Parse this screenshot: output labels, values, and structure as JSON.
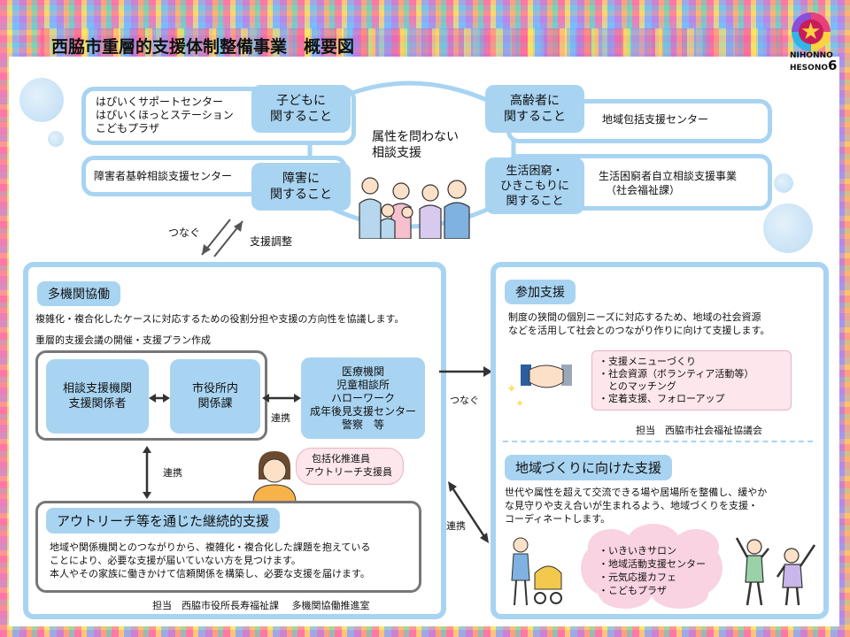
{
  "title": "西脇市重層的支援体制整備事業　概要図",
  "logo": {
    "line1": "NIHONNO",
    "line2": "HESONO",
    "num": "6"
  },
  "top": {
    "left_org_1": "はぴいくサポートセンター",
    "left_org_2": "はぴいくほっとステーション",
    "left_org_3": "こどもプラザ",
    "children": "子どもに\n関すること",
    "elderly": "高齢者に\n関すること",
    "elderly_org": "地域包括支援センター",
    "center_1": "属性を問わない",
    "center_2": "相談支援",
    "disability_org": "障害者基幹相談支援センター",
    "disability": "障害に\n関すること",
    "poverty": "生活困窮・\nひきこもりに\n関すること",
    "poverty_org_1": "生活困窮者自立相談支援事業",
    "poverty_org_2": "（社会福祉課）"
  },
  "arrows": {
    "connect": "つなぐ",
    "adjust": "支援調整",
    "connect2": "つなぐ",
    "link": "連携",
    "link2": "連携",
    "link3": "連携"
  },
  "multi": {
    "heading": "多機関協働",
    "desc": "複雑化・複合化したケースに対応するための役割分担や支援の方向性を協議します。",
    "sub": "重層的支援会議の開催・支援プラン作成",
    "box1": "相談支援機関\n支援関係者",
    "box2": "市役所内\n関係課",
    "box3": "医療機関\n児童相談所\nハローワーク\n成年後見支援センター\n警察　等",
    "staff_1": "包括化推進員",
    "staff_2": "アウトリーチ支援員"
  },
  "outreach": {
    "heading": "アウトリーチ等を通じた継続的支援",
    "d1": "地域や関係機関とのつながりから、複雑化・複合化した課題を抱えている",
    "d2": "ことにより、必要な支援が届いていない方を見つけます。",
    "d3": "本人やその家族に働きかけて信頼関係を構築し、必要な支援を届けます。",
    "owner": "担当　西脇市役所長寿福祉課　 多機関協働推進室"
  },
  "participation": {
    "heading": "参加支援",
    "d1": "制度の狭間の個別ニーズに対応するため、地域の社会資源",
    "d2": "などを活用して社会とのつながり作りに向けて支援します。",
    "items": [
      "・支援メニューづくり",
      "・社会資源（ボランティア活動等）",
      "　とのマッチング",
      "・定着支援、フォローアップ"
    ],
    "owner": "担当　西脇市社会福祉協議会"
  },
  "community": {
    "heading": "地域づくりに向けた支援",
    "d1": "世代や属性を超えて交流できる場や居場所を整備し、緩やか",
    "d2": "な見守りや支え合いが生まれるよう、地域づくりを支援・",
    "d3": "コーディネートします。",
    "items": [
      "・いきいきサロン",
      "・地域活動支援センター",
      "・元気応援カフェ",
      "・こどもプラザ"
    ]
  },
  "colors": {
    "light_blue": "#a8d4f2",
    "pink": "#f9d3e1",
    "frame_gray": "#777777"
  }
}
